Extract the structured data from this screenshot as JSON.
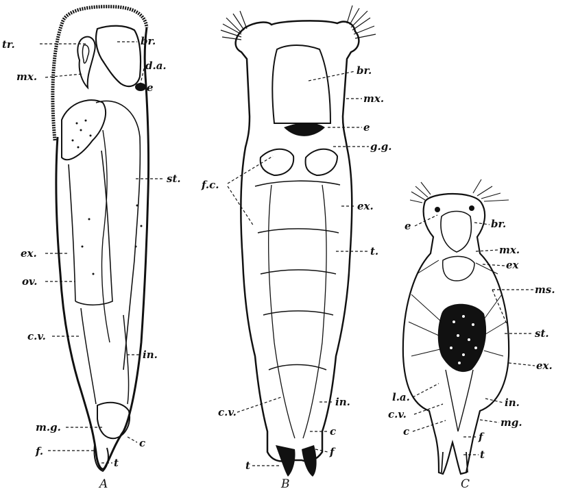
{
  "figure_A": {
    "caption": "A",
    "labels": {
      "tr": "tr.",
      "br": "br.",
      "mx": "mx.",
      "da": "d.a.",
      "e": "e",
      "st": "st.",
      "ex": "ex.",
      "ov": "ov.",
      "cv": "c.v.",
      "in": "in.",
      "mg": "m.g.",
      "c": "c",
      "f": "f.",
      "t": "t"
    }
  },
  "figure_B": {
    "caption": "B",
    "labels": {
      "br": "br.",
      "mx": "mx.",
      "e": "e",
      "gg": "g.g.",
      "fc": "f.c.",
      "ex": "ex.",
      "t": "t.",
      "cv": "c.v.",
      "in": "in.",
      "c": "c",
      "f": "f",
      "t2": "t"
    }
  },
  "figure_C": {
    "caption": "C",
    "labels": {
      "e": "e",
      "br": "br.",
      "mx": "mx.",
      "ex": "ex",
      "ms": "ms.",
      "st": "st.",
      "ex2": "ex.",
      "la": "l.a.",
      "in": "in.",
      "cv": "c.v.",
      "mg": "mg.",
      "c": "c",
      "f": "f",
      "t": "t"
    }
  }
}
